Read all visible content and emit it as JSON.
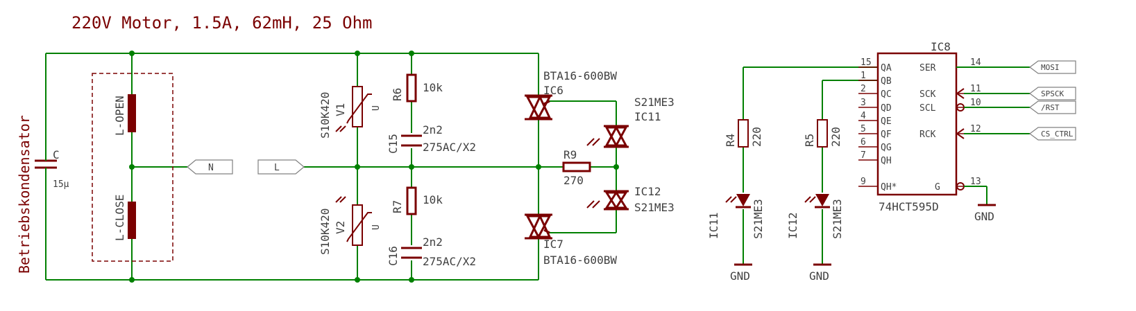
{
  "title": "220V Motor, 1.5A, 62mH, 25 Ohm",
  "capacitor_note": "Betriebskondensator",
  "power": {
    "cap_name": "C",
    "cap_value": "15µ",
    "coil_open": "L-OPEN",
    "coil_close": "L-CLOSE",
    "port_n": "N",
    "port_l": "L",
    "var1_name": "V1",
    "var1_value": "S10K420",
    "var2_name": "V2",
    "var2_value": "S10K420",
    "r6_name": "R6",
    "r6_value": "10k",
    "c15_name": "C15",
    "c15_value": "2n2",
    "c15_rating": "275AC/X2",
    "r7_name": "R7",
    "r7_value": "10k",
    "c16_name": "C16",
    "c16_value": "2n2",
    "c16_rating": "275AC/X2",
    "ic6_part": "BTA16-600BW",
    "ic6_name": "IC6",
    "ic7_part": "BTA16-600BW",
    "ic7_name": "IC7",
    "ic11_part": "S21ME3",
    "ic11_name": "IC11",
    "ic12_name": "IC12",
    "ic12_part": "S21ME3",
    "r9_name": "R9",
    "r9_value": "270"
  },
  "logic": {
    "r4_name": "R4",
    "r4_value": "220",
    "r5_name": "R5",
    "r5_value": "220",
    "led1_name": "IC11",
    "led1_part": "S21ME3",
    "led2_name": "IC12",
    "led2_part": "S21ME3",
    "gnd1": "GND",
    "gnd2": "GND",
    "gnd3": "GND",
    "ic8_name": "IC8",
    "ic8_part": "74HCT595D",
    "left_pins": [
      {
        "num": "15",
        "name": "QA"
      },
      {
        "num": "1",
        "name": "QB"
      },
      {
        "num": "2",
        "name": "QC"
      },
      {
        "num": "3",
        "name": "QD"
      },
      {
        "num": "4",
        "name": "QE"
      },
      {
        "num": "5",
        "name": "QF"
      },
      {
        "num": "6",
        "name": "QG"
      },
      {
        "num": "7",
        "name": "QH"
      },
      {
        "num": "9",
        "name": "QH*"
      }
    ],
    "right_pins": [
      {
        "num": "14",
        "name": "SER",
        "port": "MOSI"
      },
      {
        "num": "11",
        "name": "SCK",
        "port": "SPSCK"
      },
      {
        "num": "10",
        "name": "SCL",
        "port": "/RST"
      },
      {
        "num": "12",
        "name": "RCK",
        "port": "CS_CTRL"
      },
      {
        "num": "13",
        "name": "G",
        "port": ""
      }
    ]
  }
}
